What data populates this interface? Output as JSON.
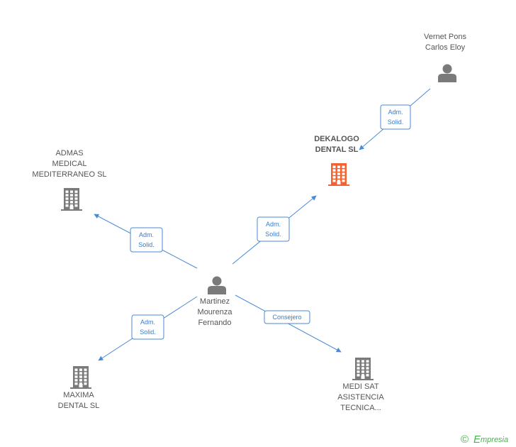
{
  "colors": {
    "person": "#7a7a7a",
    "company": "#7a7a7a",
    "company_focus": "#f26232",
    "edge": "#4a8ad4",
    "brand": "#4caf50"
  },
  "nodes": {
    "vernet": {
      "type": "person",
      "icon": "person-icon",
      "lines": [
        "Vernet Pons",
        "Carlos Eloy"
      ]
    },
    "dekalogo": {
      "type": "company",
      "icon": "building-icon",
      "focus": true,
      "lines": [
        "DEKALOGO",
        "DENTAL SL"
      ]
    },
    "admas": {
      "type": "company",
      "icon": "building-icon",
      "lines": [
        "ADMAS",
        "MEDICAL",
        "MEDITERRANEO SL"
      ]
    },
    "martinez": {
      "type": "person",
      "icon": "person-icon",
      "lines": [
        "Martinez",
        "Mourenza",
        "Fernando"
      ]
    },
    "maxima": {
      "type": "company",
      "icon": "building-icon",
      "lines": [
        "MAXIMA",
        "DENTAL SL"
      ]
    },
    "medisat": {
      "type": "company",
      "icon": "building-icon",
      "lines": [
        "MEDI SAT",
        "ASISTENCIA",
        "TECNICA..."
      ]
    }
  },
  "edges": [
    {
      "from": "vernet",
      "to": "dekalogo",
      "lines": [
        "Adm.",
        "Solid."
      ]
    },
    {
      "from": "martinez",
      "to": "dekalogo",
      "lines": [
        "Adm.",
        "Solid."
      ]
    },
    {
      "from": "martinez",
      "to": "admas",
      "lines": [
        "Adm.",
        "Solid."
      ]
    },
    {
      "from": "martinez",
      "to": "maxima",
      "lines": [
        "Adm.",
        "Solid."
      ]
    },
    {
      "from": "martinez",
      "to": "medisat",
      "lines": [
        "Consejero"
      ]
    }
  ],
  "brand": {
    "copyright": "©",
    "name": "mpresia",
    "initial": "E"
  }
}
